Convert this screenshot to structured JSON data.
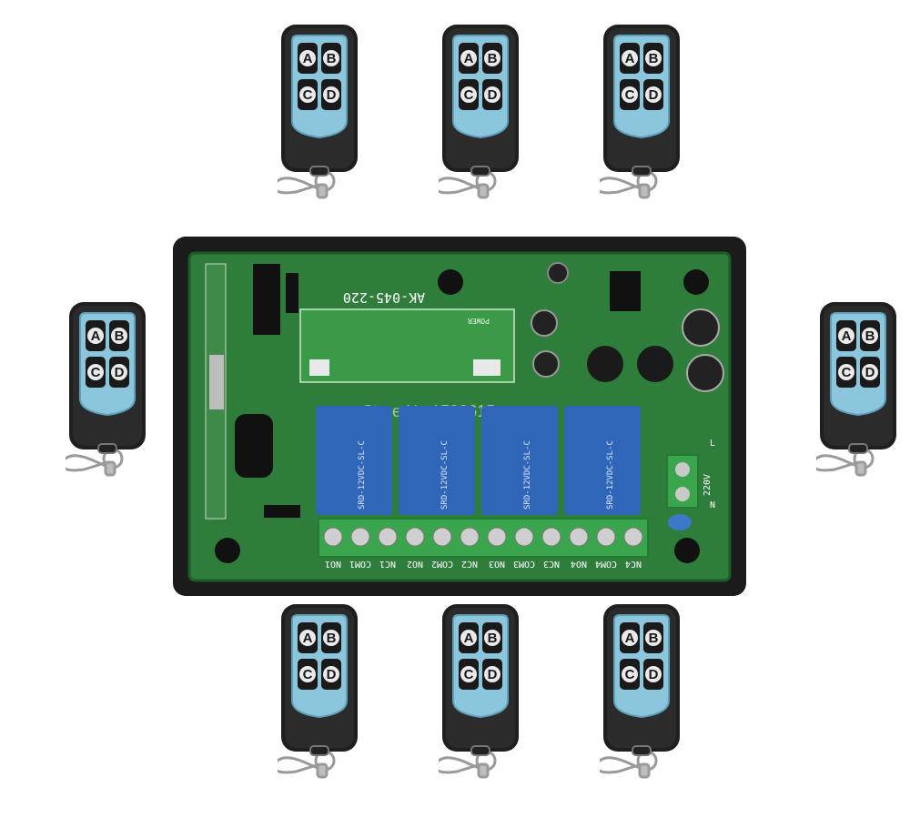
{
  "remote": {
    "buttons": [
      "A",
      "B",
      "C",
      "D"
    ]
  },
  "board": {
    "model": "AK-045-220",
    "watermark": "Store No.1523615",
    "relay_label": "SRD-12VDC-SL-C",
    "power_label": "POWER",
    "voltage_label": "220V",
    "line_labels": [
      "N",
      "L"
    ],
    "terminals": [
      "NO1",
      "COM1",
      "NC1",
      "NO2",
      "COM2",
      "NC2",
      "NO3",
      "COM3",
      "NC3",
      "NO4",
      "COM4",
      "NC4"
    ]
  },
  "colors": {
    "pcb": "#2f7d3a",
    "relay": "#2f66b8",
    "housing": "#1b1b1b",
    "terminal_block": "#3aa54d",
    "remote_body": "#222222",
    "remote_accent": "#8cc6dc"
  }
}
